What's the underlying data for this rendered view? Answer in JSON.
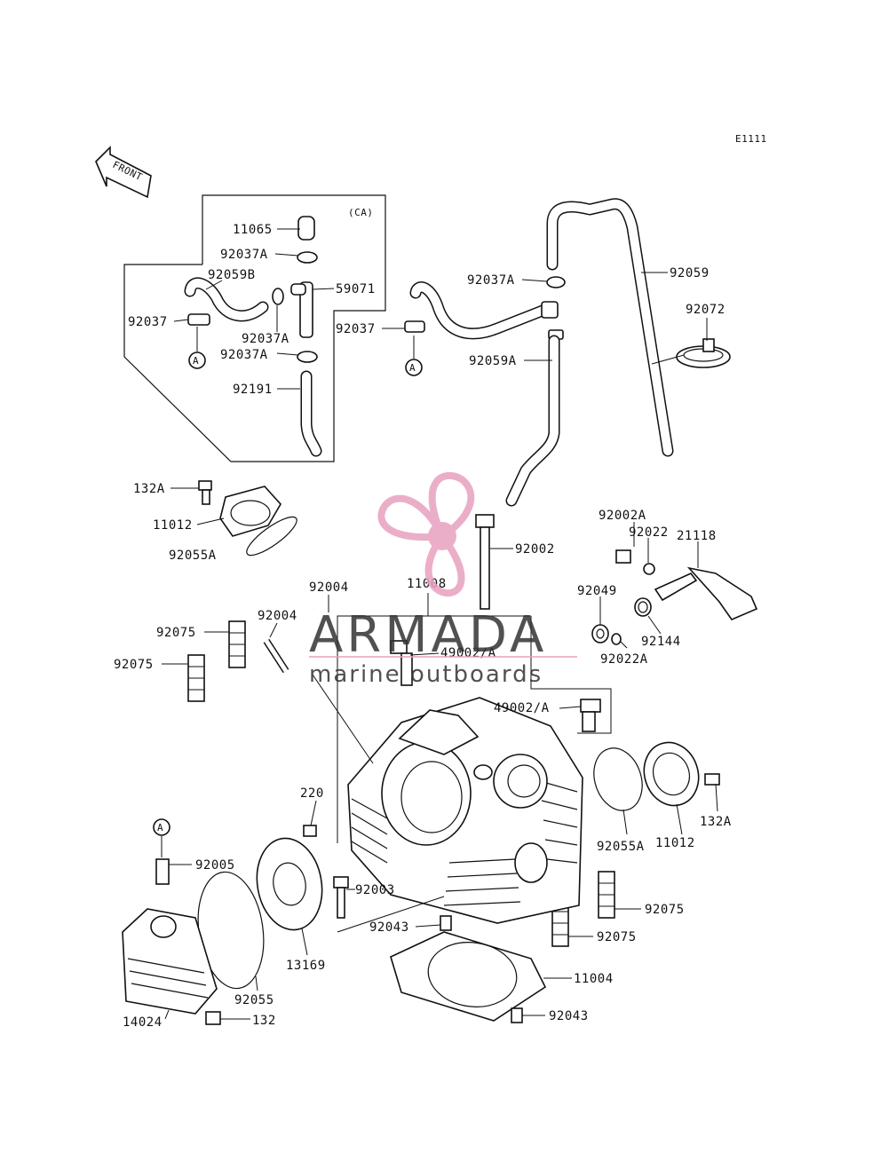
{
  "diagram_code": "E1111",
  "front_label": "FRONT",
  "ca_label": "(CA)",
  "circle_ref": "A",
  "watermark": {
    "brand": "ARMADA",
    "tagline": "marine outboards",
    "logo_color": "#e8a0bf"
  },
  "labels": {
    "p11065": "11065",
    "p92037A_1": "92037A",
    "p92059B": "92059B",
    "p59071": "59071",
    "p92037_1": "92037",
    "p92037A_2": "92037A",
    "p92037A_3": "92037A",
    "p92191": "92191",
    "p92037A_4": "92037A",
    "p92059": "92059",
    "p92072": "92072",
    "p92037_2": "92037",
    "p92059A": "92059A",
    "p132A_1": "132A",
    "p11012_1": "11012",
    "p92055A_1": "92055A",
    "p92002": "92002",
    "p92002A": "92002A",
    "p92022": "92022",
    "p21118": "21118",
    "p11008": "11008",
    "p92004_1": "92004",
    "p92004_2": "92004",
    "p92049": "92049",
    "p92144": "92144",
    "p92022A": "92022A",
    "p92075_1": "92075",
    "p92075_2": "92075",
    "p49002A_1": "49002/A",
    "p49002A_2": "49002/A",
    "p92055A_2": "92055A",
    "p11012_2": "11012",
    "p132A_2": "132A",
    "p220": "220",
    "p92005": "92005",
    "p92003": "92003",
    "p92075_3": "92075",
    "p92075_4": "92075",
    "p92043_1": "92043",
    "p13169": "13169",
    "p11004": "11004",
    "p92055": "92055",
    "p14024": "14024",
    "p132": "132",
    "p92043_2": "92043"
  }
}
